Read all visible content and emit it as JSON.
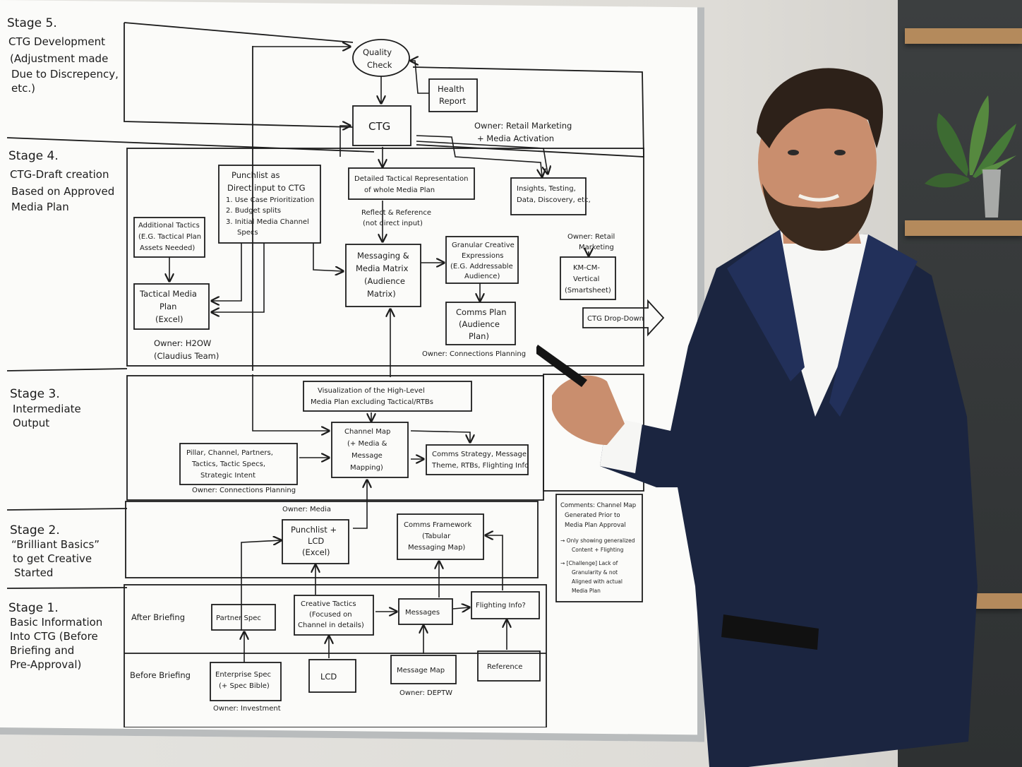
{
  "stages": [
    {
      "id": "stage5",
      "title": "Stage 5.",
      "lines": [
        "CTG Development",
        "(Adjustment made",
        "Due to Discrepency,",
        "etc.)"
      ]
    },
    {
      "id": "stage4",
      "title": "Stage 4.",
      "lines": [
        "CTG-Draft creation",
        "Based on Approved",
        "Media Plan"
      ]
    },
    {
      "id": "stage3",
      "title": "Stage 3.",
      "lines": [
        "Intermediate",
        "Output"
      ]
    },
    {
      "id": "stage2",
      "title": "Stage 2.",
      "lines": [
        "“Brilliant Basics”",
        "to get Creative",
        "Started"
      ]
    },
    {
      "id": "stage1",
      "title": "Stage 1.",
      "lines": [
        "Basic Information",
        "Into CTG (Before",
        "Briefing and",
        "Pre-Approval)"
      ]
    }
  ],
  "nodes": {
    "quality_check": [
      "Quality",
      "Check"
    ],
    "health_report": [
      "Health",
      "Report"
    ],
    "ctg": [
      "CTG"
    ],
    "owner_retail_media": [
      "Owner: Retail Marketing",
      "+ Media Activation"
    ],
    "punchlist_ctg": [
      "Punchlist as",
      "Direct input to CTG",
      "1. Use Case Prioritization",
      "2. Budget splits",
      "3. Initial Media Channel",
      "Specs"
    ],
    "detailed_tactical": [
      "Detailed Tactical Representation",
      "of whole Media Plan"
    ],
    "insights": [
      "Insights, Testing,",
      "Data, Discovery, etc,"
    ],
    "additional_tactics": [
      "Additional Tactics",
      "(E.G. Tactical Plan",
      "Assets Needed)"
    ],
    "reflect_reference": [
      "Reflect & Reference",
      "(not direct input)"
    ],
    "messaging_matrix": [
      "Messaging &",
      "Media Matrix",
      "(Audience",
      "Matrix)"
    ],
    "granular_creative": [
      "Granular Creative",
      "Expressions",
      "(E.G. Addressable",
      "Audience)"
    ],
    "owner_retail_marketing": [
      "Owner: Retail",
      "Marketing"
    ],
    "km_cm_vertical": [
      "KM-CM-",
      "Vertical",
      "(Smartsheet)"
    ],
    "tactical_media_plan": [
      "Tactical Media",
      "Plan",
      "(Excel)"
    ],
    "comms_plan": [
      "Comms Plan",
      "(Audience",
      "Plan)"
    ],
    "ctg_dropdown": [
      "CTG Drop-Down"
    ],
    "owner_h2ow": [
      "Owner: H2OW",
      "(Claudius Team)"
    ],
    "owner_connections_4": [
      "Owner: Connections Planning"
    ],
    "visualization": [
      "Visualization of the High-Level",
      "Media Plan excluding Tactical/RTBs"
    ],
    "channel_map": [
      "Channel Map",
      "(+ Media &",
      "Message",
      "Mapping)"
    ],
    "pillar_channel": [
      "Pillar, Channel, Partners,",
      "Tactics, Tactic Specs,",
      "Strategic Intent"
    ],
    "comms_strategy": [
      "Comms Strategy, Message",
      "Theme, RTBs, Flighting Info"
    ],
    "owner_connections_3": [
      "Owner: Connections Planning"
    ],
    "owner_media": [
      "Owner: Media"
    ],
    "punchlist_lcd": [
      "Punchlist +",
      "LCD",
      "(Excel)"
    ],
    "comms_framework": [
      "Comms Framework",
      "(Tabular",
      "Messaging Map)"
    ],
    "comments": [
      "Comments: Channel Map",
      "Generated Prior to",
      "Media Plan Approval",
      "→ Only showing generalized",
      "Content + Flighting",
      "→ [Challenge] Lack of",
      "Granularity & not",
      "Aligned with actual",
      "Media Plan"
    ],
    "after_briefing": [
      "After Briefing"
    ],
    "partner_spec": [
      "Partner Spec"
    ],
    "creative_tactics": [
      "Creative Tactics",
      "(Focused on",
      "Channel in details)"
    ],
    "messages": [
      "Messages"
    ],
    "flighting_info": [
      "Flighting Info?"
    ],
    "before_briefing": [
      "Before Briefing"
    ],
    "enterprise_spec": [
      "Enterprise Spec",
      "(+ Spec Bible)"
    ],
    "lcd": [
      "LCD"
    ],
    "message_map": [
      "Message Map"
    ],
    "reference": [
      "Reference"
    ],
    "owner_investment": [
      "Owner: Investment"
    ],
    "owner_deptw": [
      "Owner: DEPTW"
    ]
  },
  "colors": {
    "ink": "#1c1c1c",
    "board": "#fbfbf9",
    "frame": "#b9bcbd",
    "suit": "#1b2540",
    "shirt": "#f6f6f4",
    "skin": "#c98e6e",
    "hair": "#2d2119",
    "shelf": "#b48a5c"
  }
}
